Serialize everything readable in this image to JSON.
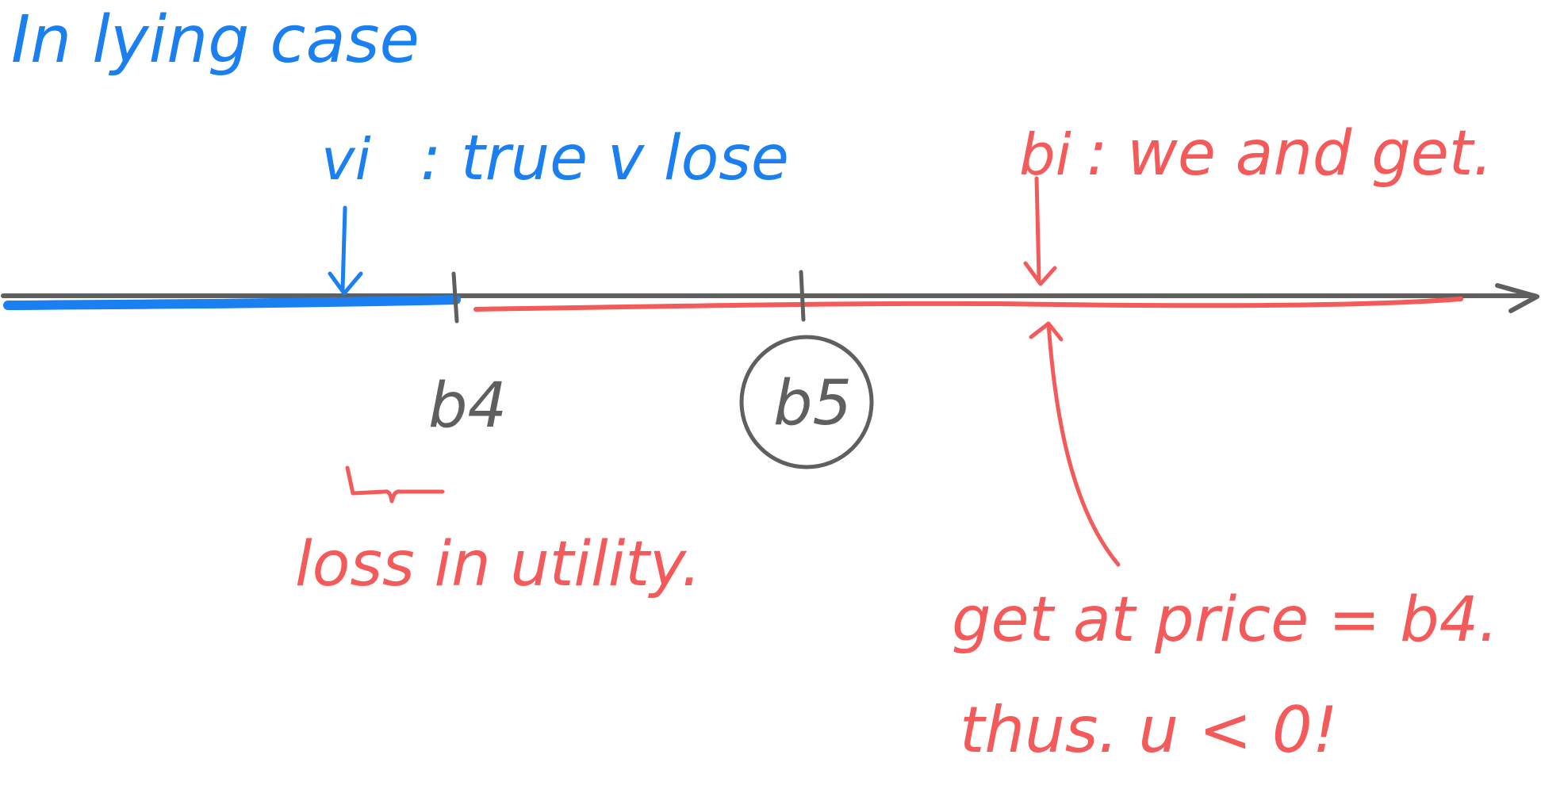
{
  "heading": "In lying case",
  "labels": {
    "true_value_symbol": "vi",
    "true_value_note": ": true v lose",
    "bid_symbol": "bi",
    "bid_note": ": we and get.",
    "tick_b4": "b4",
    "tick_b5": "b5",
    "loss_note": "loss in utility.",
    "price_note": "get at price = b4.",
    "conclusion": "thus. u < 0!"
  },
  "colors": {
    "blue": "#1a7ff0",
    "red": "#f55a5a",
    "gray": "#5f5f5f"
  }
}
